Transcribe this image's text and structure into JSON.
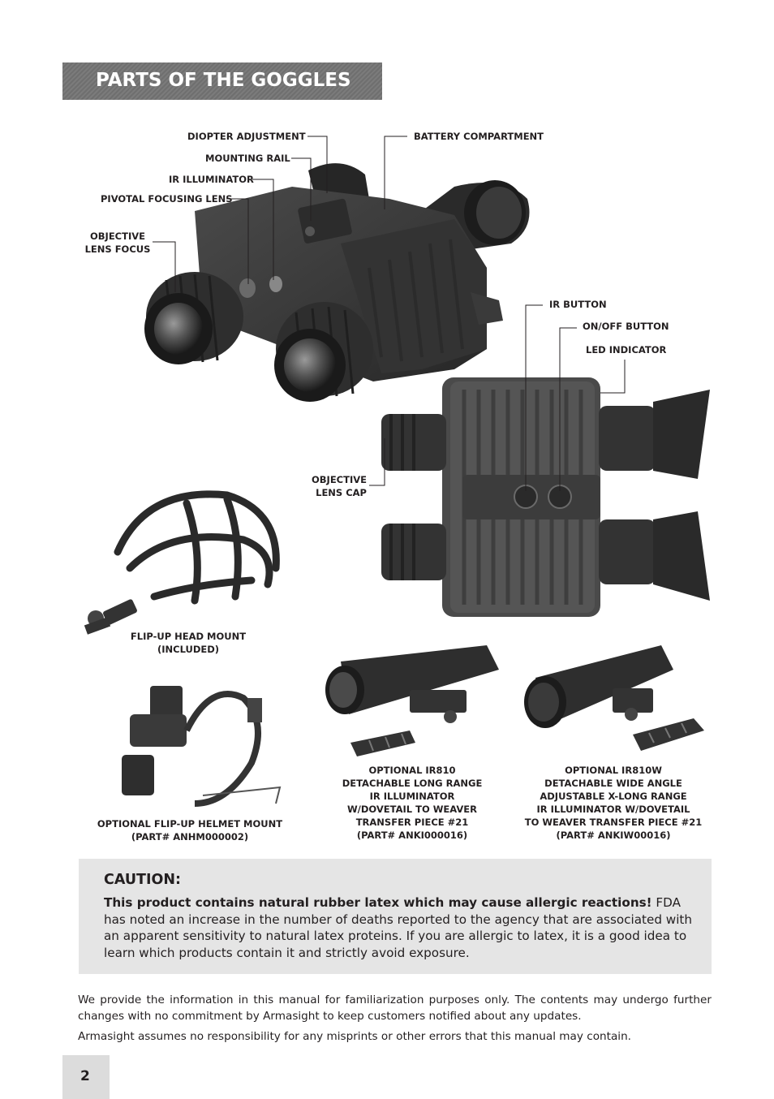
{
  "section_title": "PARTS OF THE GOGGLES",
  "labels": {
    "diopter": "DIOPTER ADJUSTMENT",
    "mounting_rail": "MOUNTING RAIL",
    "ir_illuminator": "IR ILLUMINATOR",
    "pivotal_lens": "PIVOTAL FOCUSING LENS",
    "objective_focus": "OBJECTIVE\nLENS FOCUS",
    "battery": "BATTERY COMPARTMENT",
    "ir_button": "IR BUTTON",
    "onoff_button": "ON/OFF BUTTON",
    "led": "LED INDICATOR",
    "lens_cap": "OBJECTIVE\nLENS CAP"
  },
  "accessories": {
    "head_mount": "FLIP-UP HEAD MOUNT\n(INCLUDED)",
    "helmet_mount": "OPTIONAL FLIP-UP HELMET MOUNT\n(PART# ANHM000002)",
    "ir810": "OPTIONAL IR810\nDETACHABLE LONG RANGE\nIR ILLUMINATOR\nW/DOVETAIL TO WEAVER\nTRANSFER PIECE #21\n(PART# ANKI000016)",
    "ir810w": "OPTIONAL IR810W\nDETACHABLE WIDE ANGLE\nADJUSTABLE X-LONG RANGE\nIR ILLUMINATOR W/DOVETAIL\nTO WEAVER TRANSFER PIECE #21\n(PART# ANKIW00016)"
  },
  "caution": {
    "heading": "CAUTION:",
    "bold_text": "This product contains natural rubber latex which may cause allergic reactions!",
    "text": " FDA has noted an increase in the number of deaths reported to the agency that are associated with an apparent sensitivity to natural latex proteins. If you are allergic to latex, it is a good idea to learn which products contain it and strictly avoid exposure."
  },
  "disclaimer": {
    "para1": "We provide the information in this manual for familiarization purposes only. The contents may undergo further changes with no commitment by Armasight to keep customers notified about any updates.",
    "para2": "Armasight assumes no responsibility for any misprints or other errors that this manual may contain."
  },
  "page_number": "2"
}
